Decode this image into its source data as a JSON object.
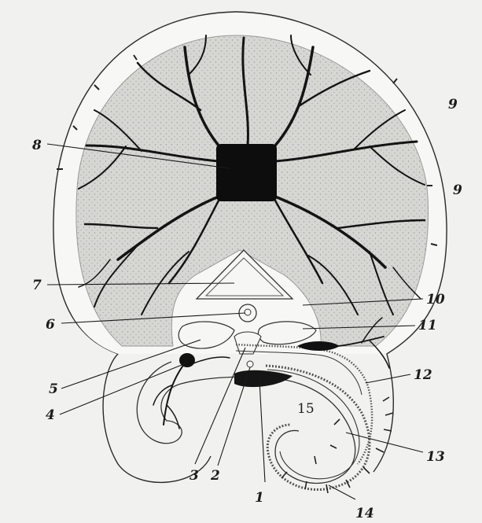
{
  "figure": {
    "labels": [
      {
        "id": "l1",
        "text": "1"
      },
      {
        "id": "l2",
        "text": "2"
      },
      {
        "id": "l3",
        "text": "3"
      },
      {
        "id": "l4",
        "text": "4"
      },
      {
        "id": "l5",
        "text": "5"
      },
      {
        "id": "l6",
        "text": "6"
      },
      {
        "id": "l7",
        "text": "7"
      },
      {
        "id": "l8",
        "text": "8"
      },
      {
        "id": "l9a",
        "text": "9"
      },
      {
        "id": "l9b",
        "text": "9"
      },
      {
        "id": "l10",
        "text": "10"
      },
      {
        "id": "l11",
        "text": "11"
      },
      {
        "id": "l12",
        "text": "12"
      },
      {
        "id": "l13",
        "text": "13"
      },
      {
        "id": "l14",
        "text": "14"
      },
      {
        "id": "l15",
        "text": "15"
      }
    ]
  }
}
